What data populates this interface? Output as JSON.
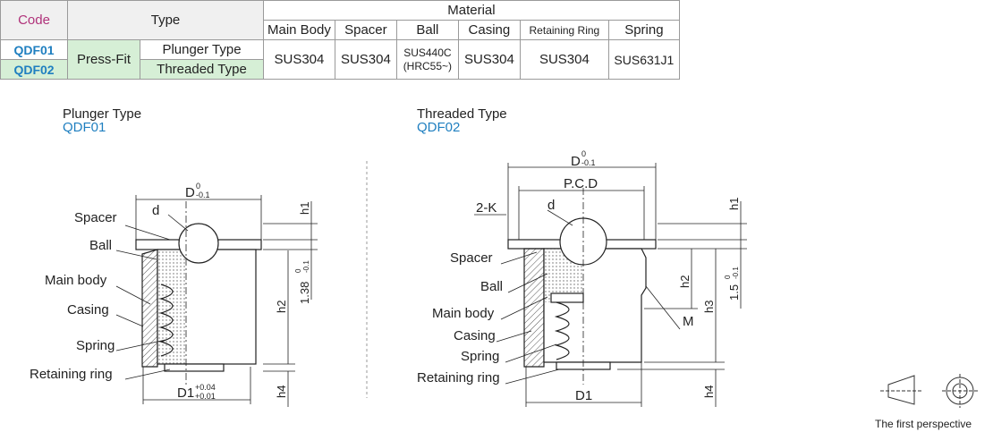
{
  "table": {
    "code_header": "Code",
    "type_header": "Type",
    "material_header": "Material",
    "material_columns": [
      "Main Body",
      "Spacer",
      "Ball",
      "Casing",
      "Retaining Ring",
      "Spring"
    ],
    "rows": [
      {
        "code": "QDF01",
        "type_group": "Press-Fit",
        "type": "Plunger Type"
      },
      {
        "code": "QDF02",
        "type": "Threaded Type"
      }
    ],
    "materials": {
      "main_body": "SUS304",
      "spacer": "SUS304",
      "ball_line1": "SUS440C",
      "ball_line2": "(HRC55~)",
      "casing": "SUS304",
      "retaining_ring": "SUS304",
      "spring": "SUS631J1"
    }
  },
  "left": {
    "title": "Plunger Type",
    "code": "QDF01",
    "labels": {
      "spacer": "Spacer",
      "ball": "Ball",
      "main_body": "Main body",
      "casing": "Casing",
      "spring": "Spring",
      "retaining_ring": "Retaining ring"
    },
    "dims": {
      "d": "d",
      "D": "D",
      "D_tol": "-0.1",
      "D_tol_top": "0",
      "D1": "D1",
      "D1_tol_top": "+0.04",
      "D1_tol_bot": "+0.01",
      "h1": "h1",
      "h2": "h2",
      "h4": "h4",
      "len": "1.38",
      "len_tol_top": "0",
      "len_tol_bot": "-0.1"
    }
  },
  "right": {
    "title": "Threaded Type",
    "code": "QDF02",
    "labels": {
      "spacer": "Spacer",
      "ball": "Ball",
      "main_body": "Main body",
      "casing": "Casing",
      "spring": "Spring",
      "retaining_ring": "Retaining ring"
    },
    "dims": {
      "D": "D",
      "D_tol_top": "0",
      "D_tol": "-0.1",
      "pcd": "P.C.D",
      "twok": "2-K",
      "d": "d",
      "D1": "D1",
      "M": "M",
      "h1": "h1",
      "h2": "h2",
      "h3": "h3",
      "h4": "h4",
      "len": "1.5",
      "len_tol_top": "0",
      "len_tol_bot": "-0.1"
    }
  },
  "projection": {
    "label": "The first perspective"
  }
}
